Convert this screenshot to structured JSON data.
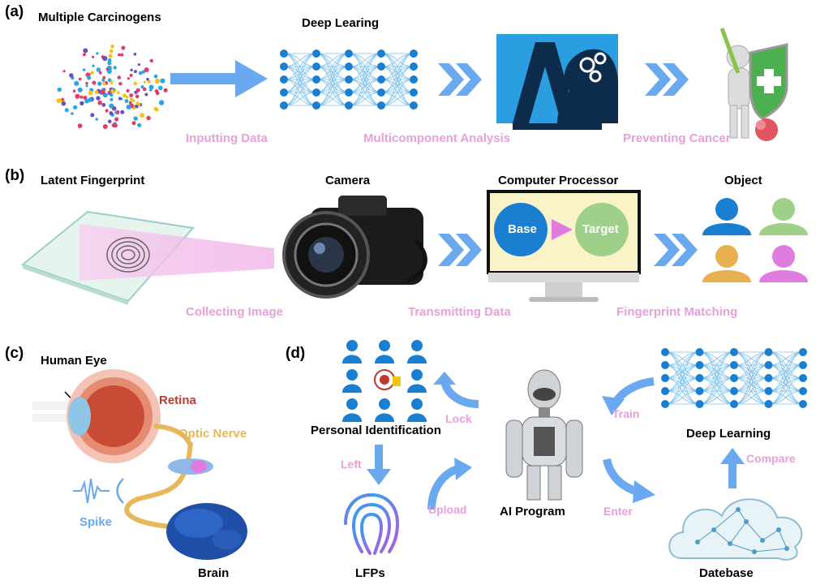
{
  "panel_a": {
    "letter": "(a)",
    "input_title": "Multiple Carcinogens",
    "model_title": "Deep Learing",
    "step1": "Inputting Data",
    "step2": "Multicomponent Analysis",
    "step3": "Preventing Cancer"
  },
  "panel_b": {
    "letter": "(b)",
    "input_title": "Latent Fingerprint",
    "camera_title": "Camera",
    "processor_title": "Computer Processor",
    "object_title": "Object",
    "base_label": "Base",
    "target_label": "Target",
    "step1": "Collecting Image",
    "step2": "Transmitting Data",
    "step3": "Fingerprint Matching"
  },
  "panel_c": {
    "letter": "(c)",
    "eye_label": "Human Eye",
    "retina_label": "Retina",
    "nerve_label": "Optic Nerve",
    "spike_label": "Spike",
    "brain_label": "Brain"
  },
  "panel_d": {
    "letter": "(d)",
    "personal_id": "Personal Identification",
    "lock": "Lock",
    "left": "Left",
    "upload": "Upload",
    "ai_program": "AI Program",
    "train": "Train",
    "deep_learning": "Deep Learning",
    "compare": "Compare",
    "enter": "Enter",
    "lfps": "LFPs",
    "database": "Datebase"
  },
  "colors": {
    "arrow_blue": "#6aa8f0",
    "pink_text": "#e8a0d8",
    "node_blue": "#1a7fd0",
    "retina_red": "#c0392b",
    "nerve_gold": "#e8b75a",
    "spike_blue": "#6aa8f0"
  }
}
